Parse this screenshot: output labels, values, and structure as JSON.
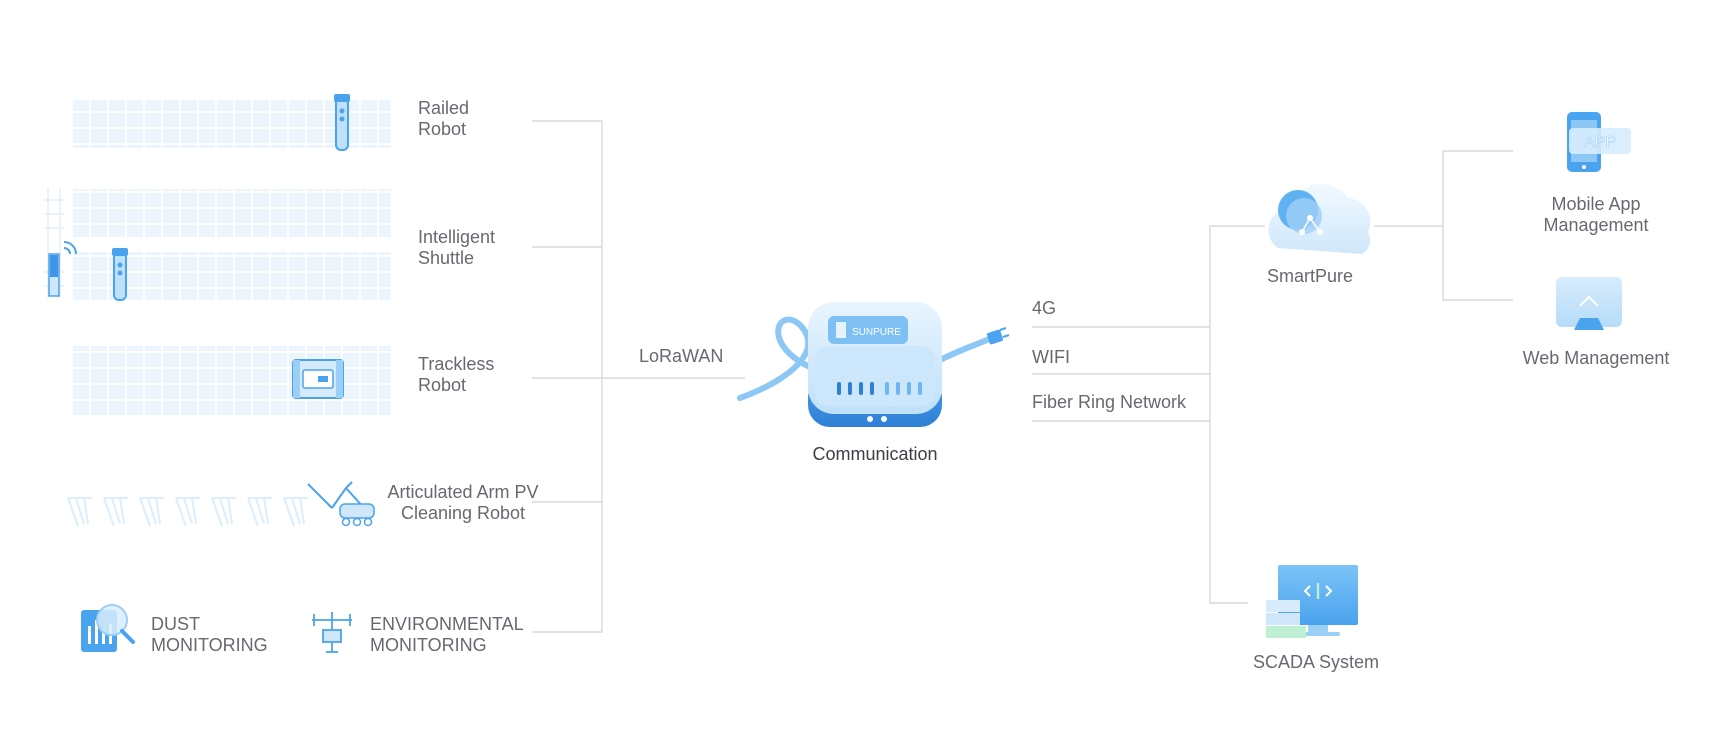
{
  "devices": {
    "railed_robot": {
      "line1": "Railed",
      "line2": "Robot"
    },
    "intelligent_shuttle": {
      "line1": "Intelligent",
      "line2": "Shuttle"
    },
    "trackless_robot": {
      "line1": "Trackless",
      "line2": "Robot"
    },
    "articulated_arm": {
      "line1": "Articulated Arm PV",
      "line2": "Cleaning Robot"
    },
    "dust_monitoring": {
      "line1": "DUST",
      "line2": "MONITORING"
    },
    "environmental_monitoring": {
      "line1": "ENVIRONMENTAL",
      "line2": "MONITORING"
    }
  },
  "links": {
    "lorawan": "LoRaWAN",
    "g4": "4G",
    "wifi": "WIFI",
    "fiber": "Fiber Ring Network"
  },
  "hub": {
    "label": "Communication",
    "brand": "SUNPURE"
  },
  "cloud": {
    "label": "SmartPure"
  },
  "outputs": {
    "mobile_app": {
      "line1": "Mobile App",
      "line2": "Management",
      "badge": "APP"
    },
    "web": {
      "label": "Web Management"
    },
    "scada": {
      "label": "SCADA System"
    }
  },
  "colors": {
    "accent": "#4aa3ee",
    "accent_light": "#d8ecfc",
    "panel_cell": "#eaf4fd",
    "connector_line": "#d9d9d9",
    "text": "#666a70"
  }
}
